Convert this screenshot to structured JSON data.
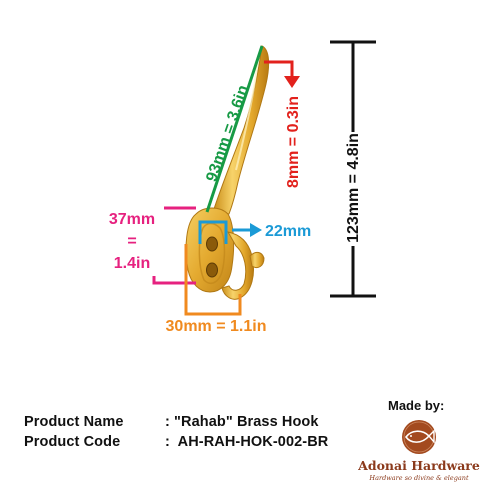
{
  "dimensions": {
    "length": "93mm = 3.6in",
    "tip_offset": "8mm = 0.3in",
    "height": "123mm = 4.8in",
    "plate_height_mm": "37mm",
    "plate_height_eq": "=",
    "plate_height_in": "1.4in",
    "screw_spacing": "22mm",
    "width": "30mm = 1.1in"
  },
  "product": {
    "name_label": "Product Name",
    "name_value": ": \"Rahab\" Brass Hook",
    "code_label": "Product Code",
    "code_value": ":  AH-RAH-HOK-002-BR"
  },
  "brand": {
    "made_by": "Made by:",
    "name": "Adonai Hardware",
    "tagline": "Hardware so divine & elegant"
  },
  "colors": {
    "green": "#179a45",
    "red": "#e2211c",
    "magenta": "#e6217f",
    "blue": "#1b9ad6",
    "orange": "#f08a1f",
    "black": "#111111",
    "brass": "#e9b73a",
    "brand": "#8b3a1c"
  },
  "icons": {
    "logo": "fish-circle-logo"
  }
}
